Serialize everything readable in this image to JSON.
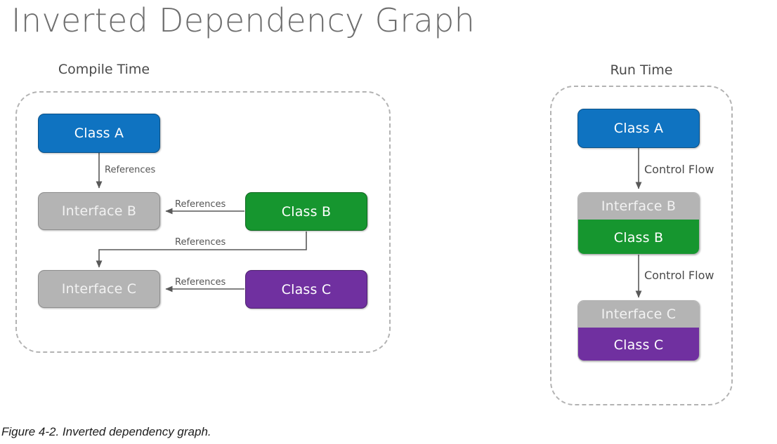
{
  "page": {
    "title": "Inverted Dependency Graph",
    "caption": "Figure 4-2. Inverted dependency graph."
  },
  "colors": {
    "class_a": "#0F73C1",
    "class_b": "#16962F",
    "class_c": "#7030A0",
    "interface": "#B4B4B4",
    "group_border": "#B3B3B3",
    "title_text": "#6E6E6E",
    "edge": "#595959"
  },
  "compile_time": {
    "label": "Compile Time",
    "nodes": {
      "class_a": "Class A",
      "interface_b": "Interface B",
      "class_b": "Class B",
      "interface_c": "Interface C",
      "class_c": "Class C"
    },
    "edges": [
      {
        "id": "a-to-ifaceb",
        "label": "References",
        "from": "Class A",
        "to": "Interface B"
      },
      {
        "id": "b-to-ifaceb",
        "label": "References",
        "from": "Class B",
        "to": "Interface B"
      },
      {
        "id": "b-to-ifacec",
        "label": "References",
        "from": "Class B",
        "to": "Interface C"
      },
      {
        "id": "c-to-ifacec",
        "label": "References",
        "from": "Class C",
        "to": "Interface C"
      }
    ]
  },
  "run_time": {
    "label": "Run Time",
    "nodes": {
      "class_a": "Class A",
      "interface_b": "Interface B",
      "class_b": "Class B",
      "interface_c": "Interface C",
      "class_c": "Class C"
    },
    "edges": [
      {
        "id": "a-to-b",
        "label": "Control Flow",
        "from": "Class A",
        "to": "Interface B / Class B"
      },
      {
        "id": "b-to-c",
        "label": "Control Flow",
        "from": "Class B",
        "to": "Interface C / Class C"
      }
    ]
  }
}
